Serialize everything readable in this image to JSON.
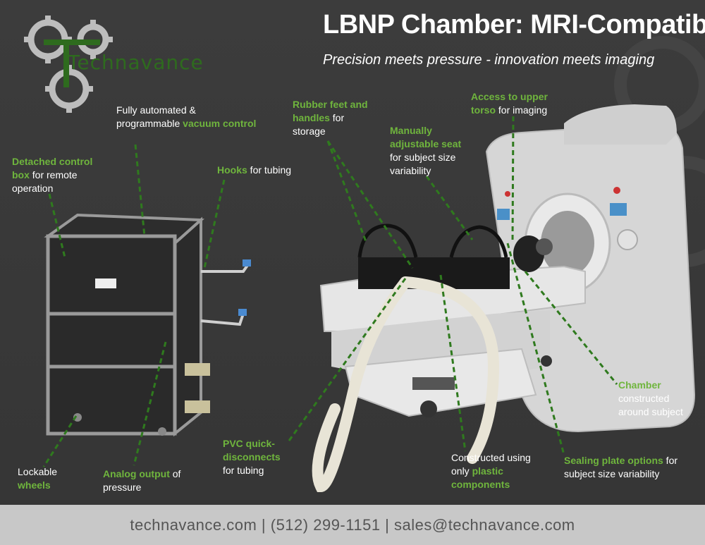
{
  "header": {
    "title": "LBNP Chamber: MRI-Compatible",
    "subtitle": "Precision meets pressure - innovation meets imaging"
  },
  "logo": {
    "brand": "Technavance",
    "icon": "gear-logo-icon"
  },
  "callouts": {
    "detached": {
      "highlight": "Detached control box",
      "text": " for remote operation"
    },
    "automated": {
      "text": "Fully automated & programmable ",
      "highlight": "vacuum control"
    },
    "hooks": {
      "highlight": "Hooks",
      "text": " for tubing"
    },
    "rubber": {
      "highlight": "Rubber feet and handles",
      "text": " for storage"
    },
    "seat": {
      "highlight": "Manually adjustable seat",
      "text": " for subject size variability"
    },
    "torso": {
      "highlight": "Access to upper torso",
      "text": " for imaging"
    },
    "chamber": {
      "highlight": "Chamber",
      "text": " constructed around subject"
    },
    "sealing": {
      "highlight": "Sealing plate options",
      "text": " for subject size variability"
    },
    "plastic": {
      "text": "Constructed using only ",
      "highlight": "plastic components"
    },
    "pvc": {
      "highlight": "PVC quick-disconnects",
      "text": " for tubing"
    },
    "analog": {
      "highlight": "Analog output",
      "text": " of pressure"
    },
    "wheels": {
      "text": "Lockable ",
      "highlight": "wheels"
    }
  },
  "colors": {
    "accent": "#6fb53d",
    "leader": "#2f7a1e",
    "background": "#3a3a3a",
    "footer": "#c8c8c8"
  },
  "footer": {
    "contact": "technavance.com | (512) 299-1151 | sales@technavance.com"
  }
}
